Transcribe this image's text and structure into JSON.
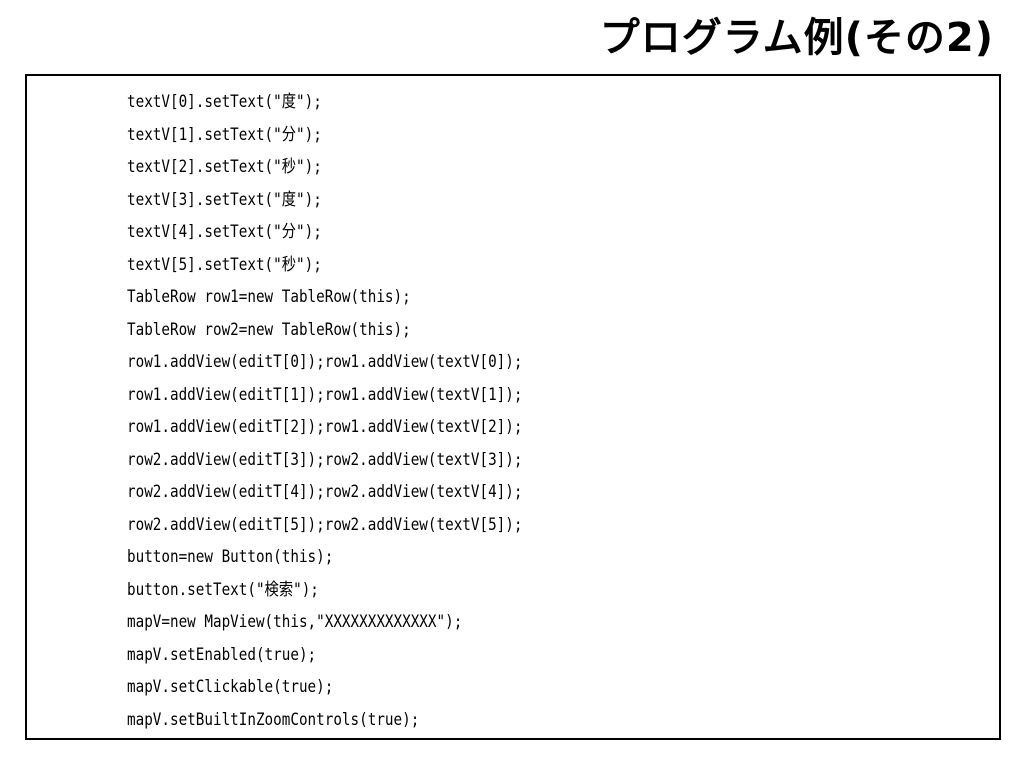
{
  "title": "プログラム例(その2)",
  "code_lines": [
    "textV[0].setText(\"度\");",
    "textV[1].setText(\"分\");",
    "textV[2].setText(\"秒\");",
    "textV[3].setText(\"度\");",
    "textV[4].setText(\"分\");",
    "textV[5].setText(\"秒\");",
    "TableRow row1=new TableRow(this);",
    "TableRow row2=new TableRow(this);",
    "row1.addView(editT[0]);row1.addView(textV[0]);",
    "row1.addView(editT[1]);row1.addView(textV[1]);",
    "row1.addView(editT[2]);row1.addView(textV[2]);",
    "row2.addView(editT[3]);row2.addView(textV[3]);",
    "row2.addView(editT[4]);row2.addView(textV[4]);",
    "row2.addView(editT[5]);row2.addView(textV[5]);",
    "button=new Button(this);",
    "button.setText(\"検索\");",
    "mapV=new MapView(this,\"XXXXXXXXXXXXX\");",
    "mapV.setEnabled(true);",
    "mapV.setClickable(true);",
    "mapV.setBuiltInZoomControls(true);"
  ]
}
